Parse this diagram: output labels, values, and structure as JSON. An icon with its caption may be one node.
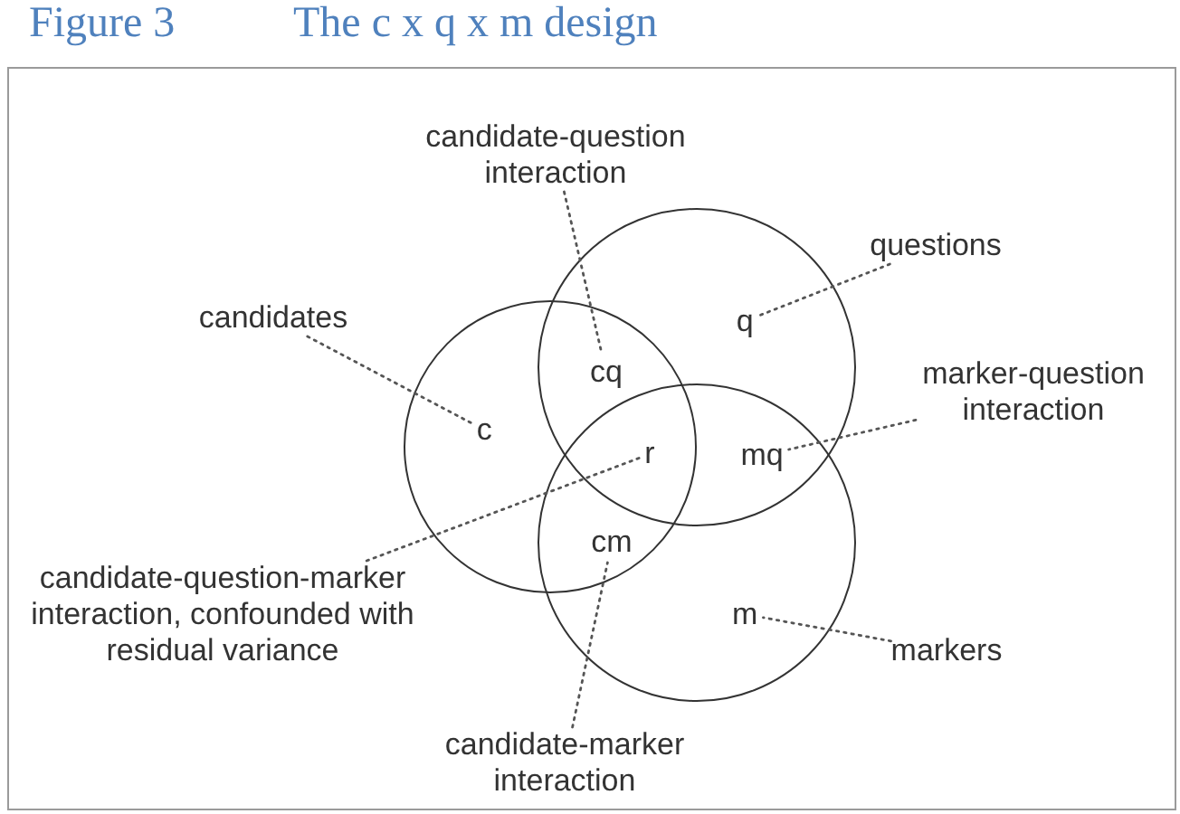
{
  "diagram": {
    "title": "Figure 3\tThe c x q x m design",
    "nodes": [
      {
        "text": [
          "candidate-question interaction"
        ]
      },
      {
        "text": [
          "questions"
        ]
      },
      {
        "text": [],
        "shape": "circle"
      },
      {
        "text": [
          "q"
        ],
        "in": 2
      },
      {
        "text": [
          "candidates"
        ]
      },
      {
        "text": [],
        "shape": "circle"
      },
      {
        "text": [
          "c"
        ],
        "in": 5
      },
      {
        "text": [
          "cq"
        ]
      },
      {
        "text": [
          "marker-question interaction"
        ]
      },
      {
        "text": [],
        "shape": "circle"
      },
      {
        "text": [
          "r"
        ]
      },
      {
        "text": [
          "mq"
        ]
      },
      {
        "text": [
          "cm"
        ]
      },
      {
        "text": [
          "candidate-question-marker interaction, confounded with residual variance"
        ]
      },
      {
        "text": [
          "m"
        ],
        "in": 9
      },
      {
        "text": [
          "markers"
        ]
      },
      {
        "text": [
          "candidate-marker interaction"
        ]
      }
    ],
    "edges": [
      {
        "from": 0,
        "to": 7,
        "arrow": "none",
        "style": "dashed"
      },
      {
        "from": 1,
        "to": 3,
        "arrow": "none",
        "style": "dashed"
      },
      {
        "from": 4,
        "to": 6,
        "arrow": "none",
        "style": "dashed"
      },
      {
        "from": 8,
        "to": 11,
        "arrow": "none",
        "style": "dashed"
      },
      {
        "from": 13,
        "to": 10,
        "arrow": "none",
        "style": "dashed"
      },
      {
        "from": 15,
        "to": 14,
        "arrow": "none",
        "style": "dashed"
      },
      {
        "from": 16,
        "to": 12,
        "arrow": "none",
        "style": "dashed"
      }
    ]
  }
}
